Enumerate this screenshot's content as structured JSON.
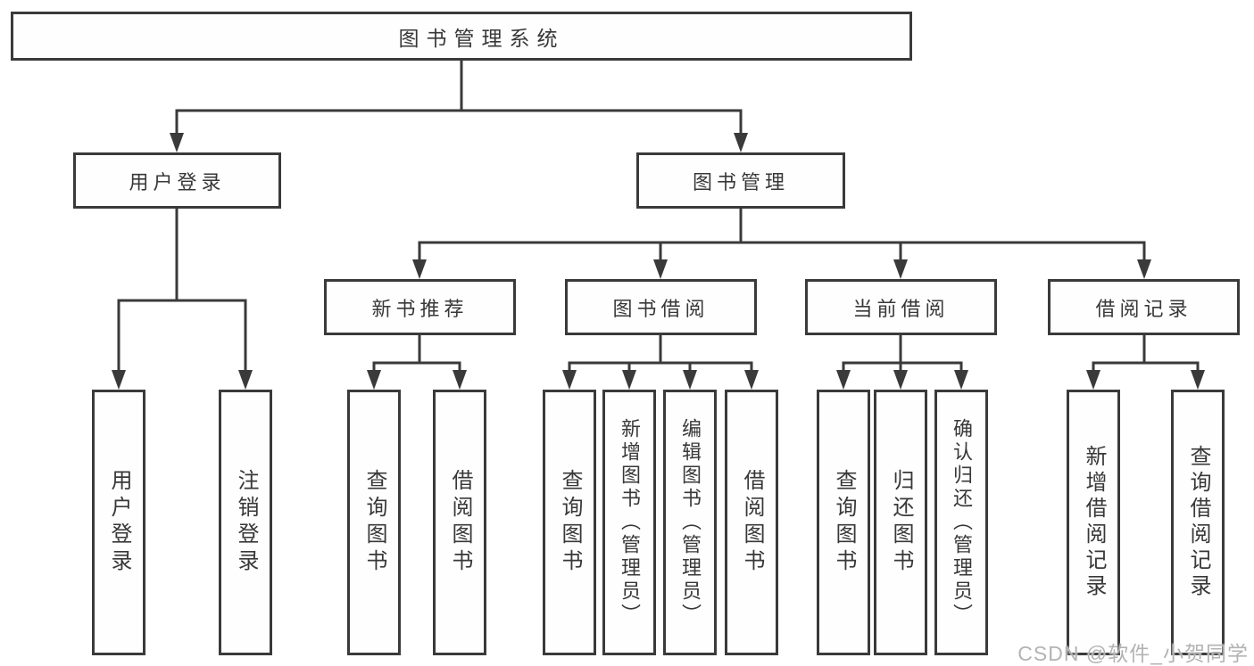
{
  "diagram": {
    "root_label": "图书管理系统",
    "left_branch": {
      "label": "用户登录",
      "leaves": [
        "用户登录",
        "注销登录"
      ]
    },
    "right_branch": {
      "label": "图书管理",
      "groups": [
        {
          "label": "新书推荐",
          "leaves": [
            "查询图书",
            "借阅图书"
          ]
        },
        {
          "label": "图书借阅",
          "leaves": [
            "查询图书",
            "新增图书（管理员）",
            "编辑图书（管理员）",
            "借阅图书"
          ]
        },
        {
          "label": "当前借阅",
          "leaves": [
            "查询图书",
            "归还图书",
            "确认归还（管理员）"
          ]
        },
        {
          "label": "借阅记录",
          "leaves": [
            "新增借阅记录",
            "查询借阅记录"
          ]
        }
      ]
    }
  },
  "watermark": {
    "text": "CSDN @软件_小贺同学"
  },
  "colors": {
    "line": "#3a3a3a",
    "text": "#383838",
    "box_background": "#fefefe",
    "page_background": "#ffffff",
    "watermark": "#b3b3b3"
  }
}
